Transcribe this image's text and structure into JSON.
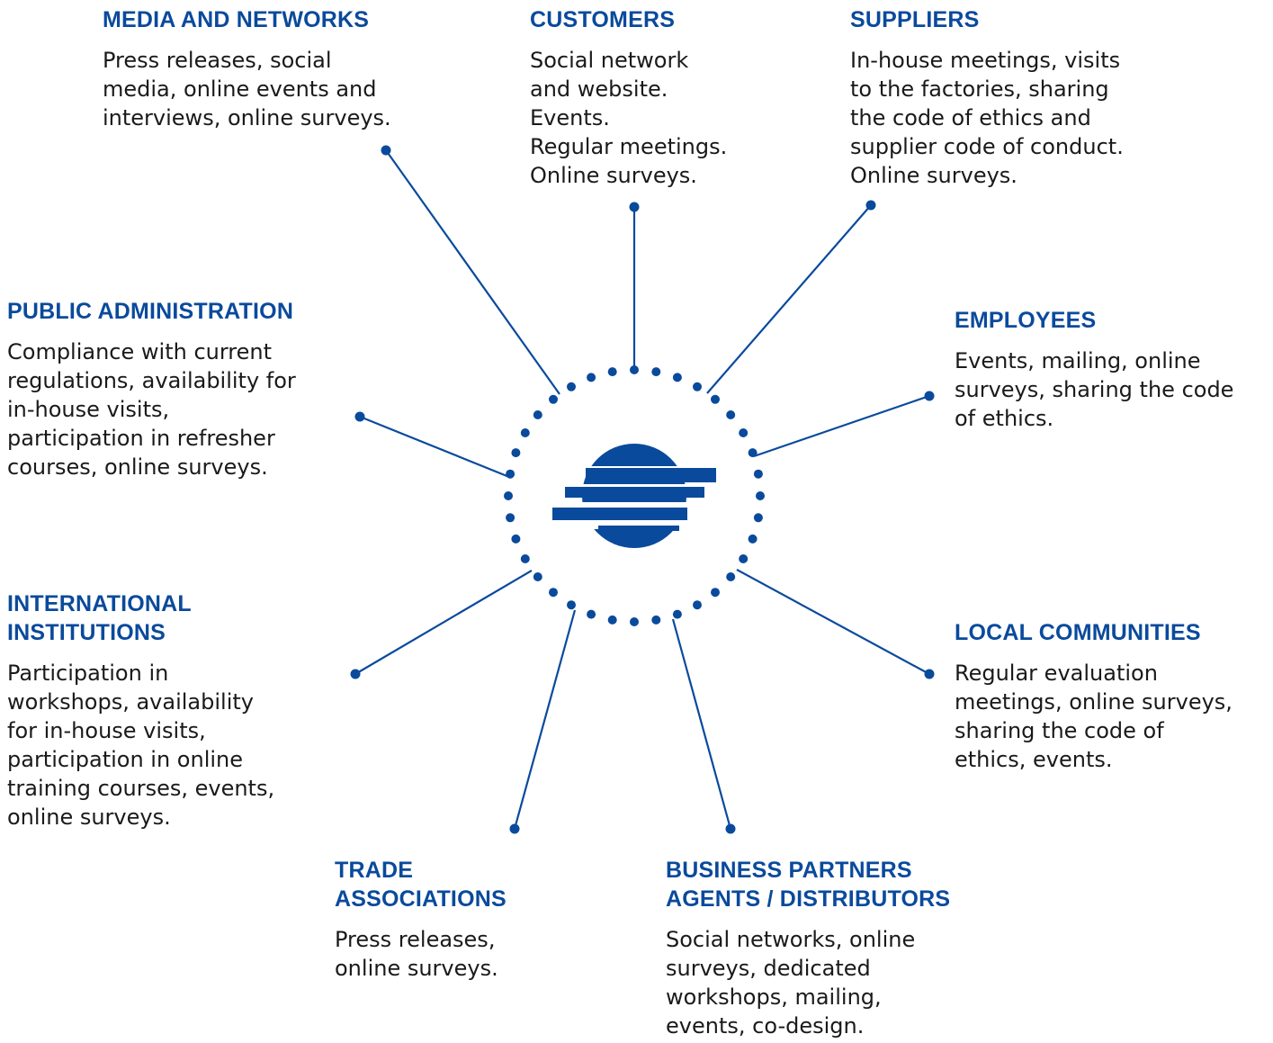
{
  "theme": {
    "accent": "#0a4a9c",
    "text": "#1a1a1a",
    "background": "#ffffff"
  },
  "center": {
    "icon": "company-logo-globe-icon"
  },
  "stakeholders": {
    "media": {
      "title": [
        "MEDIA AND NETWORKS"
      ],
      "body": [
        "Press releases, social",
        "media, online events and",
        "interviews, online surveys."
      ]
    },
    "customers": {
      "title": [
        "CUSTOMERS"
      ],
      "body": [
        "Social network",
        "and website.",
        "Events.",
        "Regular meetings.",
        "Online surveys."
      ]
    },
    "suppliers": {
      "title": [
        "SUPPLIERS"
      ],
      "body": [
        "In-house meetings, visits",
        "to the factories, sharing",
        "the code of ethics and",
        "supplier code of conduct.",
        "Online surveys."
      ]
    },
    "public_admin": {
      "title": [
        "PUBLIC ADMINISTRATION"
      ],
      "body": [
        "Compliance with current",
        "regulations, availability for",
        "in-house visits,",
        "participation in refresher",
        "courses, online surveys."
      ]
    },
    "employees": {
      "title": [
        "EMPLOYEES"
      ],
      "body": [
        "Events, mailing, online",
        "surveys, sharing the code",
        "of ethics."
      ]
    },
    "international": {
      "title": [
        "INTERNATIONAL",
        "INSTITUTIONS"
      ],
      "body": [
        "Participation in",
        "workshops, availability",
        "for in-house visits,",
        "participation in online",
        "training courses, events,",
        "online surveys."
      ]
    },
    "local": {
      "title": [
        "LOCAL COMMUNITIES"
      ],
      "body": [
        "Regular evaluation",
        "meetings, online surveys,",
        "sharing the code of",
        "ethics, events."
      ]
    },
    "trade": {
      "title": [
        "TRADE",
        "ASSOCIATIONS"
      ],
      "body": [
        "Press releases,",
        "online surveys."
      ]
    },
    "business": {
      "title": [
        "BUSINESS PARTNERS",
        "AGENTS / DISTRIBUTORS"
      ],
      "body": [
        "Social networks, online",
        "surveys, dedicated",
        "workshops, mailing,",
        "events, co-design."
      ]
    }
  }
}
